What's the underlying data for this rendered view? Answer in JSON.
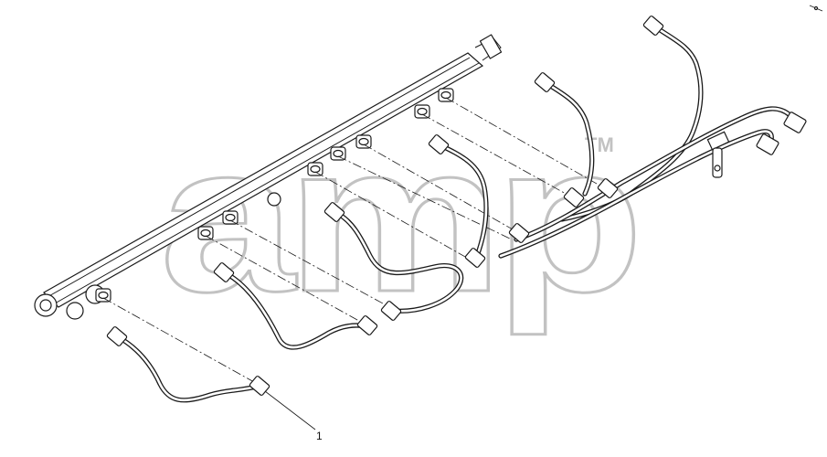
{
  "diagram": {
    "callouts": [
      {
        "label": "1"
      }
    ],
    "watermark": {
      "text": "amp",
      "trademark": "TM"
    }
  }
}
